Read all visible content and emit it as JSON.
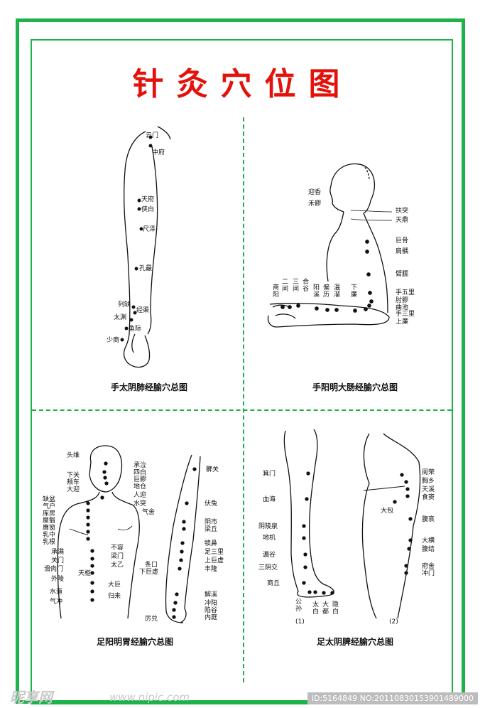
{
  "title": "针灸穴位图",
  "panels": [
    {
      "caption": "手太阴肺经腧穴总图",
      "points": [
        "云门",
        "中府",
        "天府",
        "侠白",
        "尺泽",
        "孔最",
        "列缺",
        "经渠",
        "太渊",
        "鱼际",
        "少商"
      ]
    },
    {
      "caption": "手阳明大肠经腧穴总图",
      "points_left": [
        "迎香",
        "禾髎"
      ],
      "points_right": [
        "扶突",
        "天鼎",
        "巨骨",
        "肩髃",
        "臂臑",
        "手五里",
        "肘髎",
        "曲池",
        "手三里",
        "上廉"
      ],
      "points_vertical": [
        "商阳",
        "二间",
        "三间",
        "合谷",
        "阳溪",
        "偏历",
        "温溜",
        "下廉"
      ]
    },
    {
      "caption": "足阳明胃经腧穴总图",
      "points_left": [
        "头维",
        "下关",
        "颊车",
        "大迎",
        "缺盆",
        "气户",
        "库房",
        "屋翳",
        "膺窗",
        "乳中",
        "乳根",
        "承满",
        "关门",
        "滑肉门",
        "外陵",
        "水道",
        "气冲"
      ],
      "points_mid": [
        "承泣",
        "四白",
        "巨髎",
        "地仓",
        "人迎",
        "水突",
        "气舍",
        "不容",
        "梁门",
        "太乙",
        "天枢",
        "大巨",
        "归来"
      ],
      "points_leg": [
        "髀关",
        "伏兔",
        "阴市",
        "梁丘",
        "犊鼻",
        "足三里",
        "上巨虚",
        "条口",
        "下巨虚",
        "丰隆",
        "解溪",
        "冲阳",
        "陷谷",
        "内庭",
        "厉兑"
      ]
    },
    {
      "caption": "足太阴脾经腧穴总图",
      "points_leg": [
        "箕门",
        "血海",
        "阴陵泉",
        "地机",
        "漏谷",
        "三阴交",
        "商丘",
        "公孙",
        "太白",
        "大都",
        "隐白"
      ],
      "points_body": [
        "周荣",
        "胸乡",
        "天溪",
        "食窦",
        "大包",
        "腹哀",
        "大横",
        "腹结",
        "府舍",
        "冲门"
      ],
      "sub_labels": [
        "(1)",
        "(2)"
      ]
    }
  ],
  "watermark": {
    "logo": "昵享网",
    "url": "www.nipic.com",
    "id": "ID:5164849 NO:20110830153901489000"
  }
}
